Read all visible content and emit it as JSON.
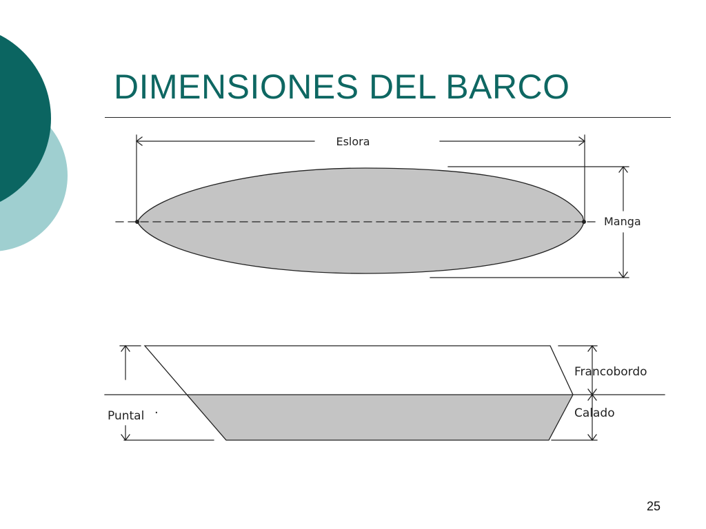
{
  "slide": {
    "title": "DIMENSIONES DEL BARCO",
    "page_number": "25"
  },
  "colors": {
    "title": "#0e6762",
    "circle_dark": "#0b6561",
    "circle_light": "#9fcfd0",
    "hull_fill": "#c4c4c4",
    "line": "#222222"
  },
  "diagram": {
    "top_view": {
      "labels": {
        "length": "Eslora",
        "beam": "Manga"
      }
    },
    "side_view": {
      "labels": {
        "freeboard": "Francobordo",
        "draft": "Calado",
        "depth": "Puntal",
        "depth_marker": "·"
      }
    }
  }
}
